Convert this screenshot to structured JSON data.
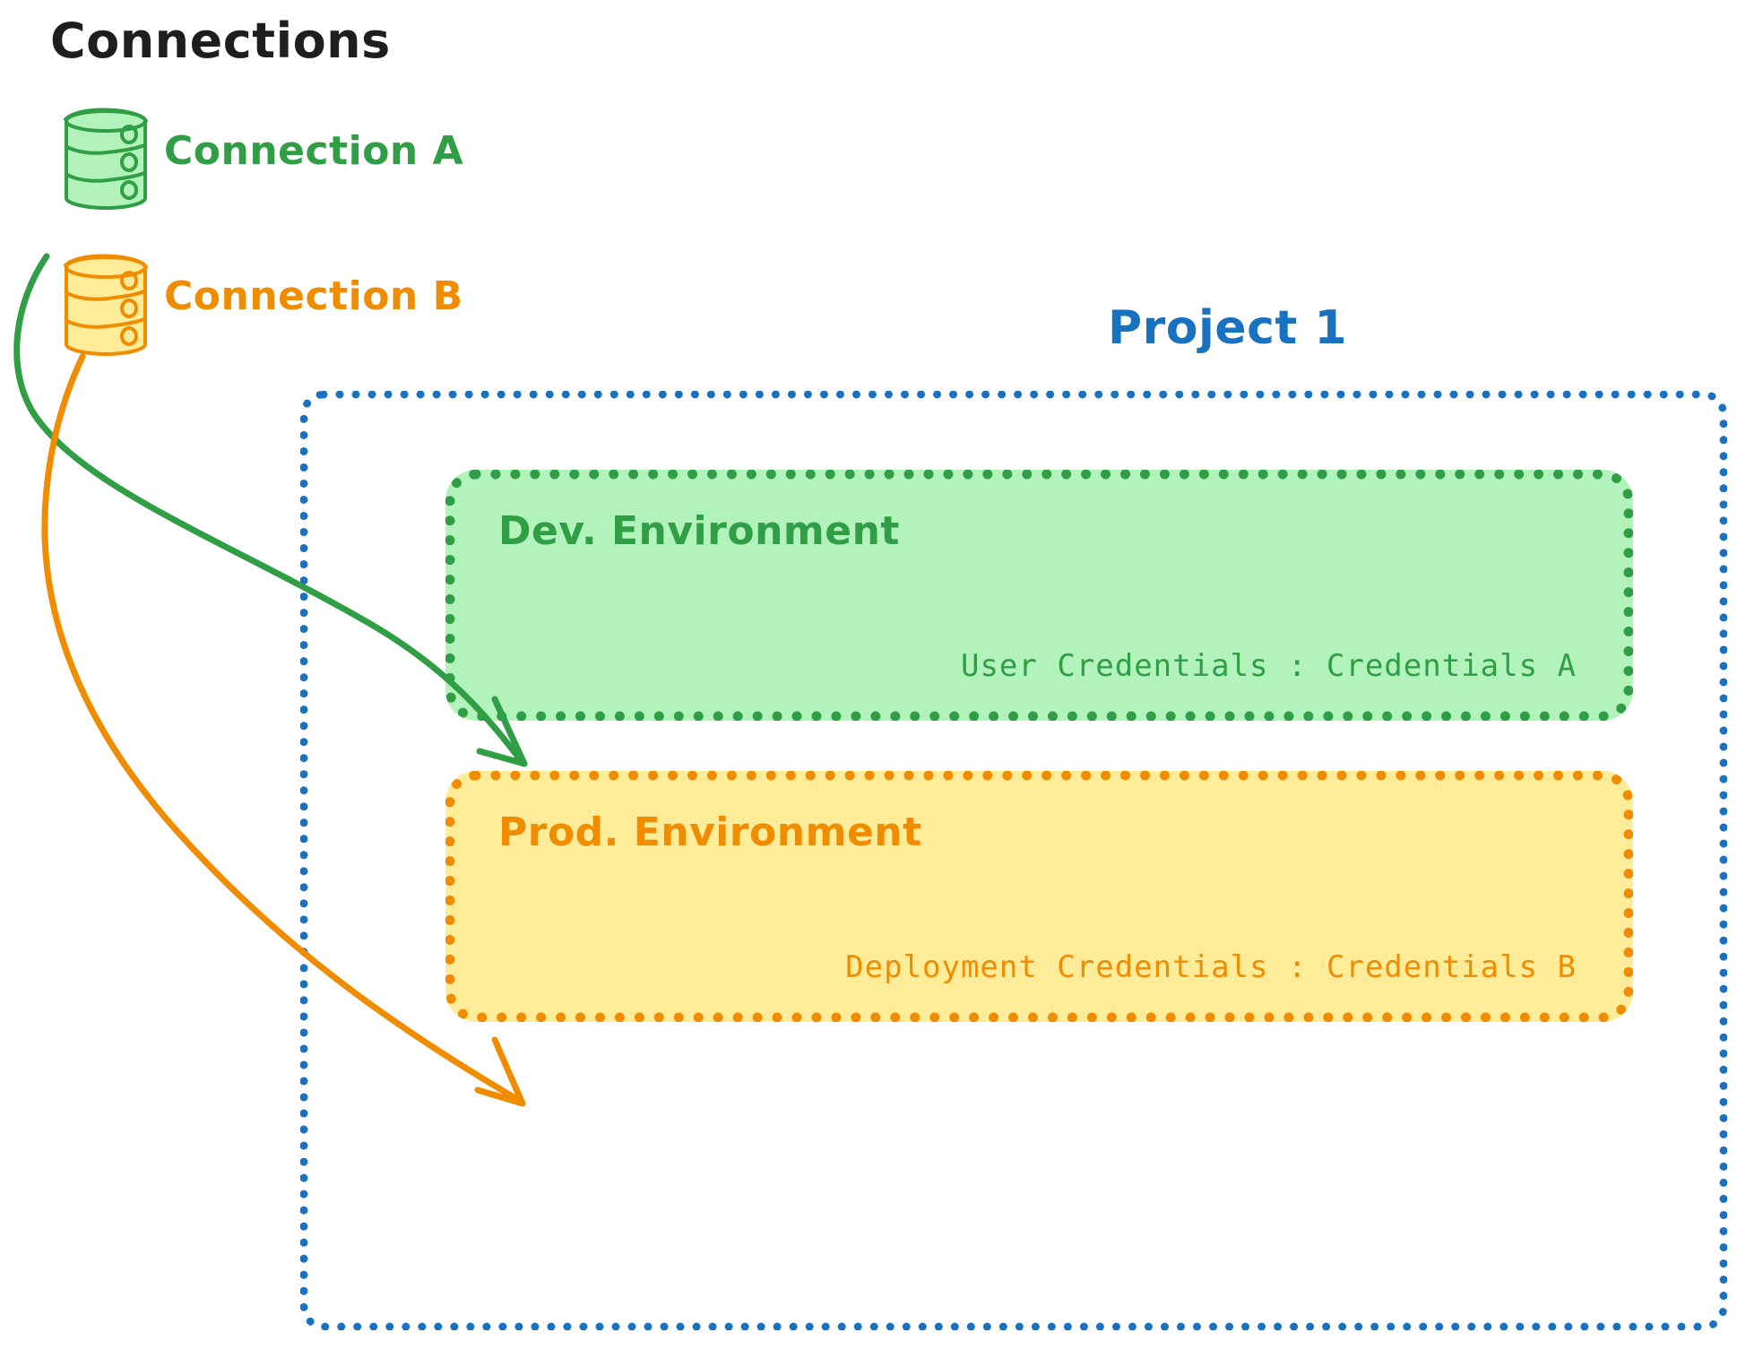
{
  "title": "Connections",
  "connections": [
    {
      "id": "a",
      "label": "Connection A",
      "color": "#2f9e44",
      "icon": "database-icon",
      "fill": "#b2f2bb"
    },
    {
      "id": "b",
      "label": "Connection B",
      "color": "#f08c00",
      "icon": "database-icon",
      "fill": "#ffec99"
    }
  ],
  "project": {
    "title": "Project 1",
    "color": "#1971c2",
    "environments": [
      {
        "id": "dev",
        "title": "Dev. Environment",
        "credentials_label": "User Credentials",
        "credentials_value": "Credentials A",
        "credentials_text": "User Credentials : Credentials A",
        "color": "#2f9e44",
        "fill": "#b2f2bb"
      },
      {
        "id": "prod",
        "title": "Prod. Environment",
        "credentials_label": "Deployment Credentials",
        "credentials_value": "Credentials B",
        "credentials_text": "Deployment Credentials : Credentials B",
        "color": "#f08c00",
        "fill": "#ffec99"
      }
    ]
  },
  "arrows": [
    {
      "id": "a-to-dev",
      "from": "Connection A",
      "to": "Dev. Environment",
      "color": "#2f9e44"
    },
    {
      "id": "b-to-prod",
      "from": "Connection B",
      "to": "Prod. Environment",
      "color": "#f08c00"
    }
  ]
}
